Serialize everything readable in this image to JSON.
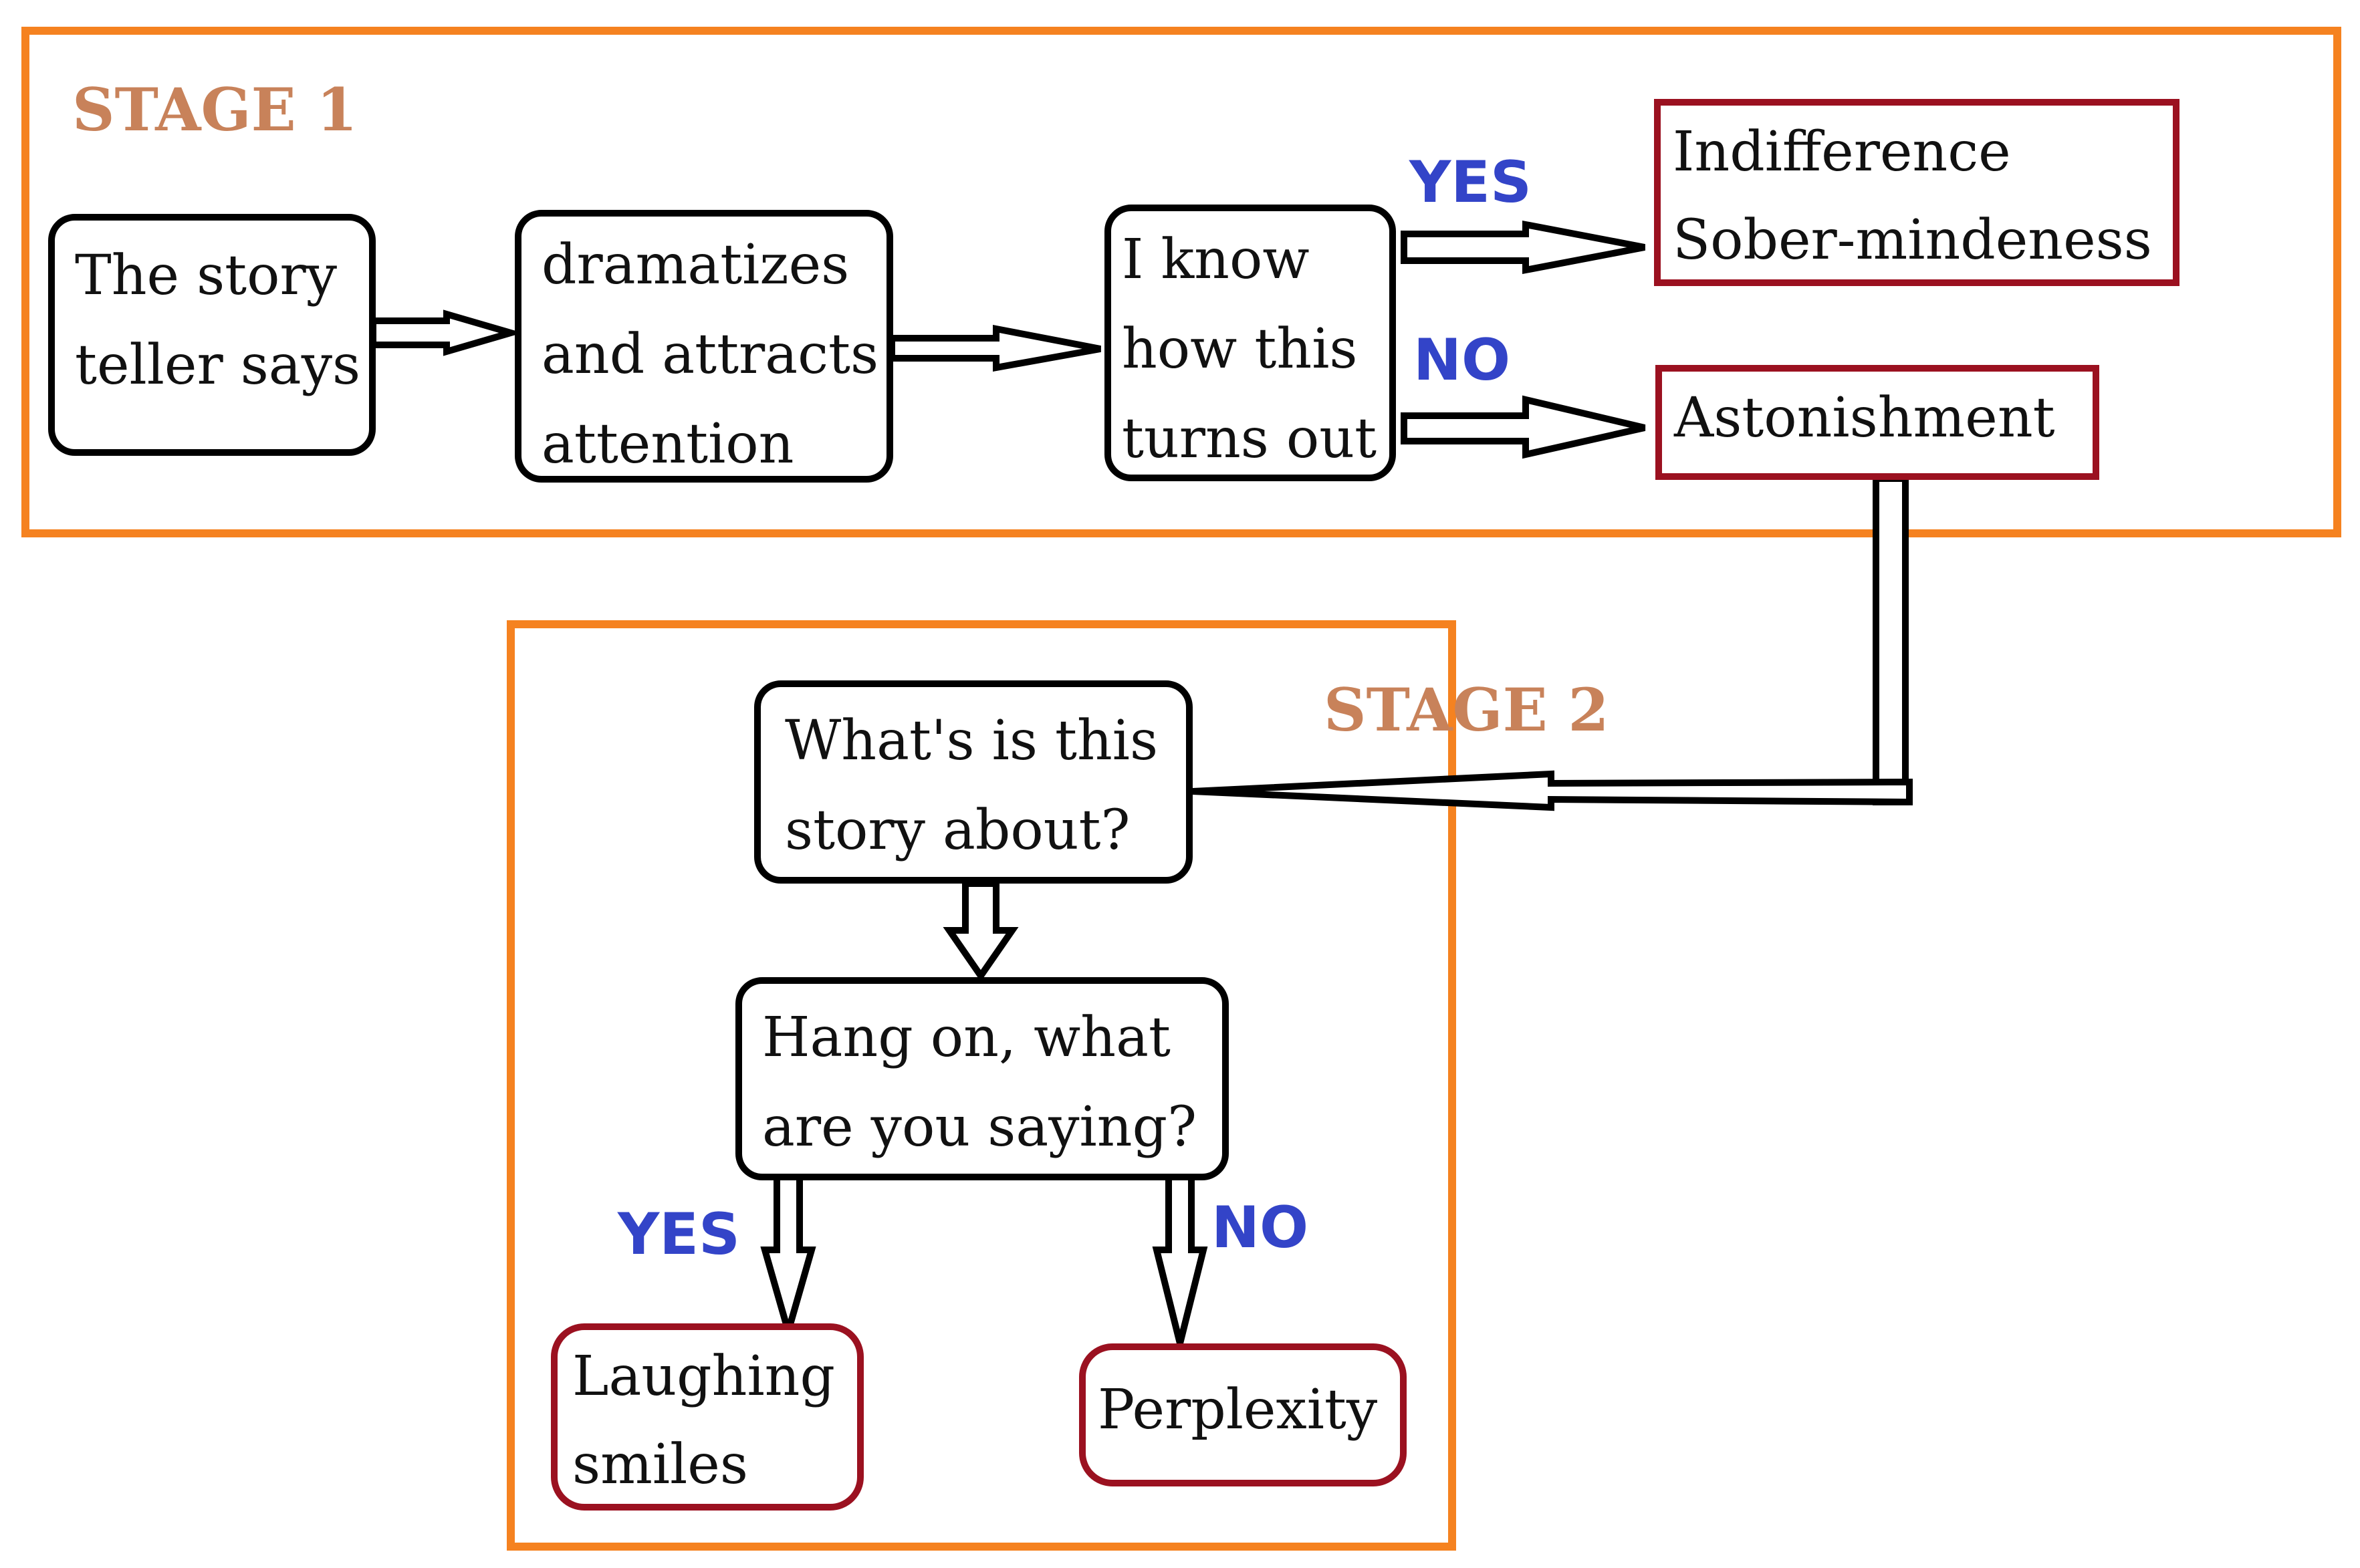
{
  "stage1": {
    "label": "STAGE 1",
    "box1": [
      "The story",
      "teller says"
    ],
    "box2": [
      "dramatizes",
      "and attracts",
      "attention"
    ],
    "box3": [
      "I know",
      "how this",
      "turns out"
    ],
    "yes": "YES",
    "no": "NO",
    "outcome_yes": [
      "Indifference",
      "Sober-mindeness"
    ],
    "outcome_no": "Astonishment"
  },
  "stage2": {
    "label": "STAGE 2",
    "box1": [
      "What's is this",
      "story about?"
    ],
    "box2": [
      "Hang on, what",
      "are you saying?"
    ],
    "yes": "YES",
    "no": "NO",
    "outcome_yes": [
      "Laughing",
      "smiles"
    ],
    "outcome_no": "Perplexity"
  },
  "colors": {
    "frame": "#f58220",
    "stage_label": "#c8825a",
    "branch_label": "#3344c8",
    "outcome_border": "#9b1120",
    "box_border": "#000000"
  }
}
